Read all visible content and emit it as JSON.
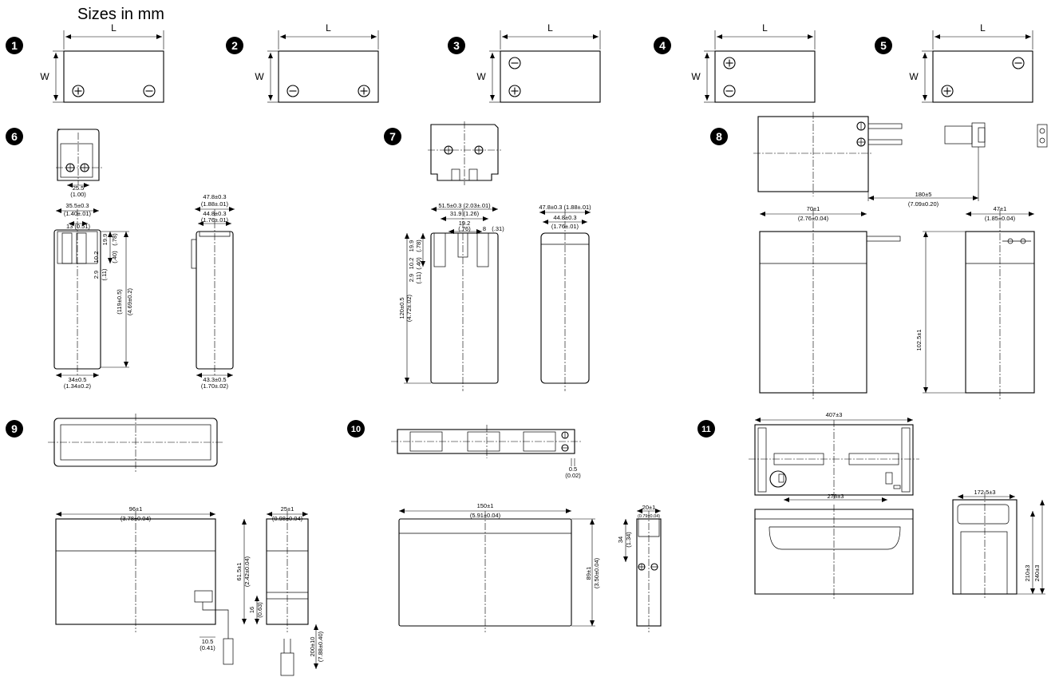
{
  "caption": "Sizes in mm",
  "terminal_layouts": [
    {
      "number": "1",
      "length_label": "L",
      "width_label": "W",
      "bottom_left": "+",
      "bottom_right": "−"
    },
    {
      "number": "2",
      "length_label": "L",
      "width_label": "W",
      "bottom_left": "−",
      "bottom_right": "+"
    },
    {
      "number": "3",
      "length_label": "L",
      "width_label": "W",
      "top_left": "−",
      "bottom_left": "+"
    },
    {
      "number": "4",
      "length_label": "L",
      "width_label": "W",
      "top_left": "+",
      "bottom_left": "−"
    },
    {
      "number": "5",
      "length_label": "L",
      "width_label": "W",
      "top_right": "−",
      "bottom_left": "+"
    }
  ],
  "drawings": {
    "d6": {
      "number": "6",
      "dims": [
        "25.5",
        "(1.00)",
        "35.5±0.3",
        "(1.40±.01)",
        "13 (0.51)",
        "19.9",
        "(.78)",
        "10.2",
        "(.40)",
        "2.9",
        "(.11)",
        "(119±0.5)",
        "(4.69±0.2)",
        "34±0.5",
        "(1.34±0.2)",
        "47.8±0.3",
        "(1.88±.01)",
        "44.8±0.3",
        "(1.76±.01)",
        "43.3±0.5",
        "(1.70±.02)"
      ]
    },
    "d7": {
      "number": "7",
      "dims": [
        "51.5±0.3 (2.03±.01)",
        "31.9 (1.26)",
        "19.2",
        "(.76)",
        "8",
        "(.31)",
        "19.9",
        "(.78)",
        "10.2",
        "(.40)",
        "2.9",
        "(.11)",
        "120±0.5",
        "(4.72±.02)",
        "47.8±0.3 (1.88±.01)",
        "44.8±0.3",
        "(1.76±.01)"
      ]
    },
    "d8": {
      "number": "8",
      "dims": [
        "180±5",
        "(7.09±0.20)",
        "70±1",
        "(2.76±0.04)",
        "47±1",
        "(1.85±0.04)",
        "102.5±1"
      ]
    },
    "d9": {
      "number": "9",
      "dims": [
        "96±1",
        "(3.78±0.04)",
        "25±1",
        "(0.98±0.04)",
        "61.5±1",
        "(2.42±0.04)",
        "16",
        "(0.63)",
        "10.5",
        "(0.41)",
        "200±10",
        "(7.88±0.40)"
      ]
    },
    "d10": {
      "number": "10",
      "dims": [
        "0.5",
        "(0.02)",
        "150±1",
        "(5.91±0.04)",
        "89±1",
        "(3.50±0.04)",
        "20±1",
        "(0.79±0.04)",
        "34",
        "(1.34)"
      ]
    },
    "d11": {
      "number": "11",
      "dims": [
        "407±3",
        "278±3",
        "172.5±3",
        "210±3",
        "240±3"
      ]
    }
  }
}
